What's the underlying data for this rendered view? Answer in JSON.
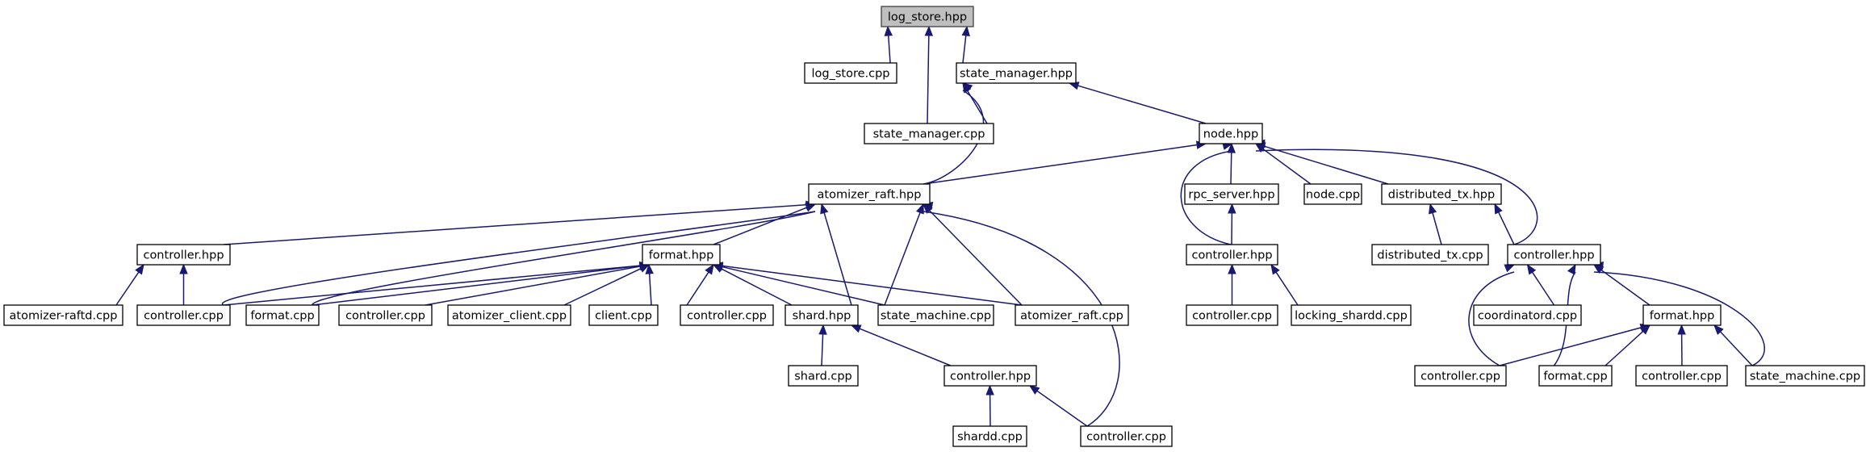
{
  "diagram": {
    "nodes": [
      {
        "id": "n0",
        "label": "log_store.hpp",
        "root": true
      },
      {
        "id": "n1",
        "label": "log_store.cpp"
      },
      {
        "id": "n2",
        "label": "state_manager.hpp"
      },
      {
        "id": "n3",
        "label": "state_manager.cpp"
      },
      {
        "id": "n4",
        "label": "node.hpp"
      },
      {
        "id": "n5",
        "label": "atomizer_raft.hpp"
      },
      {
        "id": "n6",
        "label": "rpc_server.hpp"
      },
      {
        "id": "n7",
        "label": "node.cpp"
      },
      {
        "id": "n8",
        "label": "distributed_tx.hpp"
      },
      {
        "id": "n9",
        "label": "controller.hpp"
      },
      {
        "id": "n10",
        "label": "format.hpp"
      },
      {
        "id": "n11",
        "label": "controller.hpp"
      },
      {
        "id": "n12",
        "label": "distributed_tx.cpp"
      },
      {
        "id": "n13",
        "label": "controller.hpp"
      },
      {
        "id": "n14",
        "label": "atomizer-raftd.cpp"
      },
      {
        "id": "n15",
        "label": "controller.cpp"
      },
      {
        "id": "n16",
        "label": "format.cpp"
      },
      {
        "id": "n17",
        "label": "controller.cpp"
      },
      {
        "id": "n18",
        "label": "atomizer_client.cpp"
      },
      {
        "id": "n19",
        "label": "client.cpp"
      },
      {
        "id": "n20",
        "label": "controller.cpp"
      },
      {
        "id": "n21",
        "label": "shard.hpp"
      },
      {
        "id": "n22",
        "label": "state_machine.cpp"
      },
      {
        "id": "n23",
        "label": "atomizer_raft.cpp"
      },
      {
        "id": "n24",
        "label": "controller.cpp"
      },
      {
        "id": "n25",
        "label": "locking_shardd.cpp"
      },
      {
        "id": "n26",
        "label": "coordinatord.cpp"
      },
      {
        "id": "n27",
        "label": "format.hpp"
      },
      {
        "id": "n28",
        "label": "shard.cpp"
      },
      {
        "id": "n29",
        "label": "controller.hpp"
      },
      {
        "id": "n30",
        "label": "controller.cpp"
      },
      {
        "id": "n31",
        "label": "format.cpp"
      },
      {
        "id": "n32",
        "label": "controller.cpp"
      },
      {
        "id": "n33",
        "label": "state_machine.cpp"
      },
      {
        "id": "n34",
        "label": "shardd.cpp"
      },
      {
        "id": "n35",
        "label": "controller.cpp"
      }
    ],
    "edges": [
      {
        "from": "n1",
        "to": "n0"
      },
      {
        "from": "n3",
        "to": "n0"
      },
      {
        "from": "n2",
        "to": "n0"
      },
      {
        "from": "n3",
        "to": "n2"
      },
      {
        "from": "n5",
        "to": "n2"
      },
      {
        "from": "n4",
        "to": "n2"
      },
      {
        "from": "n5",
        "to": "n4"
      },
      {
        "from": "n11",
        "to": "n4"
      },
      {
        "from": "n6",
        "to": "n4"
      },
      {
        "from": "n7",
        "to": "n4"
      },
      {
        "from": "n8",
        "to": "n4"
      },
      {
        "from": "n13",
        "to": "n4"
      },
      {
        "from": "n9",
        "to": "n5"
      },
      {
        "from": "n15",
        "to": "n5"
      },
      {
        "from": "n16",
        "to": "n5"
      },
      {
        "from": "n10",
        "to": "n5"
      },
      {
        "from": "n21",
        "to": "n5"
      },
      {
        "from": "n22",
        "to": "n5"
      },
      {
        "from": "n23",
        "to": "n5"
      },
      {
        "from": "n35",
        "to": "n5"
      },
      {
        "from": "n14",
        "to": "n9"
      },
      {
        "from": "n15",
        "to": "n9"
      },
      {
        "from": "n15",
        "to": "n10"
      },
      {
        "from": "n16",
        "to": "n10"
      },
      {
        "from": "n17",
        "to": "n10"
      },
      {
        "from": "n18",
        "to": "n10"
      },
      {
        "from": "n19",
        "to": "n10"
      },
      {
        "from": "n20",
        "to": "n10"
      },
      {
        "from": "n21",
        "to": "n10"
      },
      {
        "from": "n22",
        "to": "n10"
      },
      {
        "from": "n23",
        "to": "n10"
      },
      {
        "from": "n28",
        "to": "n21"
      },
      {
        "from": "n29",
        "to": "n21"
      },
      {
        "from": "n34",
        "to": "n29"
      },
      {
        "from": "n35",
        "to": "n29"
      },
      {
        "from": "n11",
        "to": "n6"
      },
      {
        "from": "n24",
        "to": "n11"
      },
      {
        "from": "n25",
        "to": "n11"
      },
      {
        "from": "n12",
        "to": "n8"
      },
      {
        "from": "n13",
        "to": "n8"
      },
      {
        "from": "n30",
        "to": "n13"
      },
      {
        "from": "n26",
        "to": "n13"
      },
      {
        "from": "n31",
        "to": "n13"
      },
      {
        "from": "n27",
        "to": "n13"
      },
      {
        "from": "n33",
        "to": "n13"
      },
      {
        "from": "n30",
        "to": "n27"
      },
      {
        "from": "n31",
        "to": "n27"
      },
      {
        "from": "n32",
        "to": "n27"
      },
      {
        "from": "n33",
        "to": "n27"
      }
    ]
  }
}
